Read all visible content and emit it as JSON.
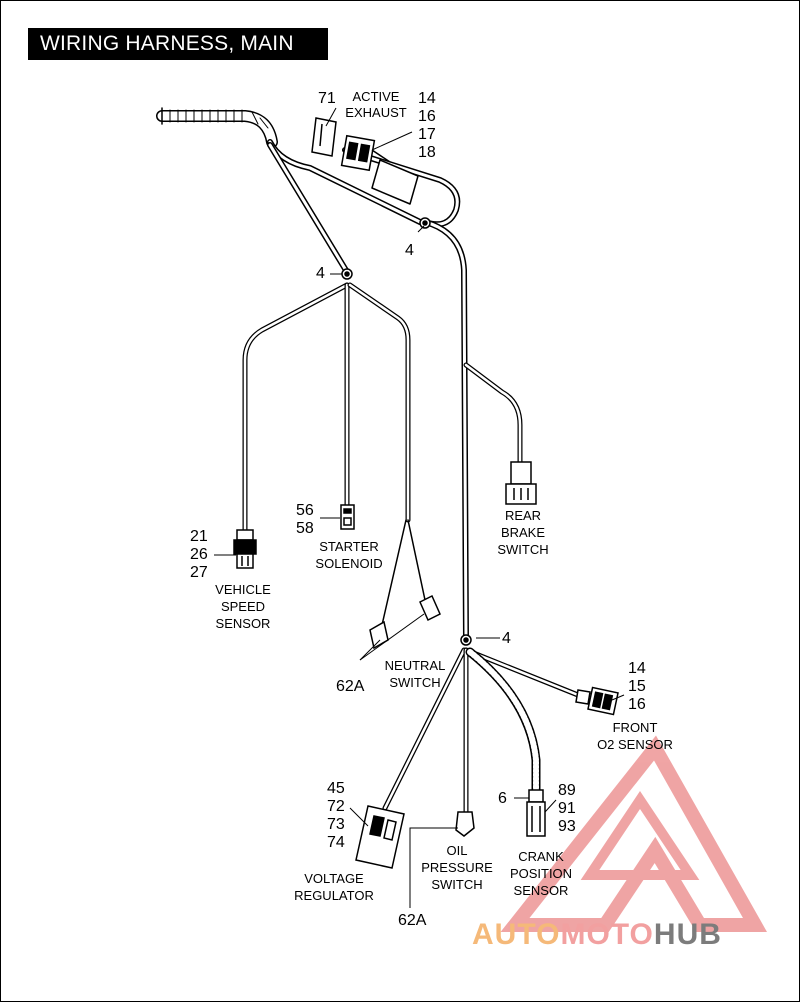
{
  "title": "WIRING HARNESS, MAIN",
  "components": {
    "active_exhaust": {
      "label_line1": "ACTIVE",
      "label_line2": "EXHAUST",
      "ref_left": "71",
      "refs_right": [
        "14",
        "16",
        "17",
        "18"
      ]
    },
    "clip_top": {
      "ref": "4"
    },
    "clip_mid": {
      "ref": "4"
    },
    "clip_lower": {
      "ref": "4"
    },
    "vehicle_speed_sensor": {
      "label_lines": [
        "VEHICLE",
        "SPEED",
        "SENSOR"
      ],
      "refs": [
        "21",
        "26",
        "27"
      ]
    },
    "starter_solenoid": {
      "label_lines": [
        "STARTER",
        "SOLENOID"
      ],
      "refs": [
        "56",
        "58"
      ]
    },
    "rear_brake_switch": {
      "label_lines": [
        "REAR",
        "BRAKE",
        "SWITCH"
      ]
    },
    "neutral_switch": {
      "label_lines": [
        "NEUTRAL",
        "SWITCH"
      ],
      "ref": "62A"
    },
    "front_o2_sensor": {
      "label_lines": [
        "FRONT",
        "O2 SENSOR"
      ],
      "refs": [
        "14",
        "15",
        "16"
      ]
    },
    "voltage_regulator": {
      "label_lines": [
        "VOLTAGE",
        "REGULATOR"
      ],
      "refs": [
        "45",
        "72",
        "73",
        "74"
      ]
    },
    "oil_pressure_switch": {
      "label_lines": [
        "OIL",
        "PRESSURE",
        "SWITCH"
      ],
      "ref": "62A"
    },
    "crank_position_sensor": {
      "label_lines": [
        "CRANK",
        "POSITION",
        "SENSOR"
      ],
      "ref_left": "6",
      "refs_right": [
        "89",
        "91",
        "93"
      ]
    }
  },
  "watermark": {
    "part1": "AUTO",
    "part2": "MOTO",
    "part3": "HUB"
  },
  "colors": {
    "line": "#000000",
    "watermark_orange": "#f5b979",
    "watermark_red": "#f2a0a0",
    "watermark_gray": "#7c7c7c"
  }
}
